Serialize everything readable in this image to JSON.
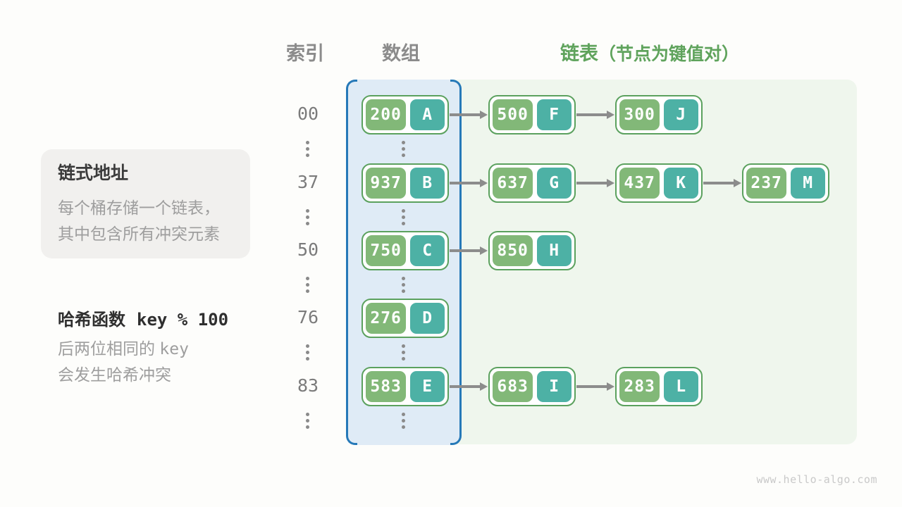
{
  "title_row": {
    "index": "索引",
    "array": "数组",
    "list": "链表",
    "list_note": "（节点为键值对）"
  },
  "info_box": {
    "title": "链式地址",
    "lines": [
      "每个桶存储一个链表，",
      "其中包含所有冲突元素"
    ]
  },
  "hash_note": {
    "label": "哈希函数",
    "formula": "key % 100",
    "desc_pre": "后两位相同的",
    "desc_code": "key",
    "desc_line2": "会发生哈希冲突"
  },
  "buckets": [
    {
      "index": "00",
      "chain": [
        {
          "key": "200",
          "value": "A"
        },
        {
          "key": "500",
          "value": "F"
        },
        {
          "key": "300",
          "value": "J"
        }
      ]
    },
    {
      "index": "37",
      "chain": [
        {
          "key": "937",
          "value": "B"
        },
        {
          "key": "637",
          "value": "G"
        },
        {
          "key": "437",
          "value": "K"
        },
        {
          "key": "237",
          "value": "M"
        }
      ]
    },
    {
      "index": "50",
      "chain": [
        {
          "key": "750",
          "value": "C"
        },
        {
          "key": "850",
          "value": "H"
        }
      ]
    },
    {
      "index": "76",
      "chain": [
        {
          "key": "276",
          "value": "D"
        }
      ]
    },
    {
      "index": "83",
      "chain": [
        {
          "key": "583",
          "value": "E"
        },
        {
          "key": "683",
          "value": "I"
        },
        {
          "key": "283",
          "value": "L"
        }
      ]
    }
  ],
  "watermark": "www.hello-algo.com",
  "colors": {
    "key_green": "#82b878",
    "value_teal": "#4db1a5",
    "node_border": "#5ba15e",
    "bracket_blue": "#2679b8",
    "array_bg": "#dfebf6",
    "list_bg": "#eff6ed",
    "header_green": "#5fa35c",
    "arrow_gray": "#8c8c8c"
  }
}
